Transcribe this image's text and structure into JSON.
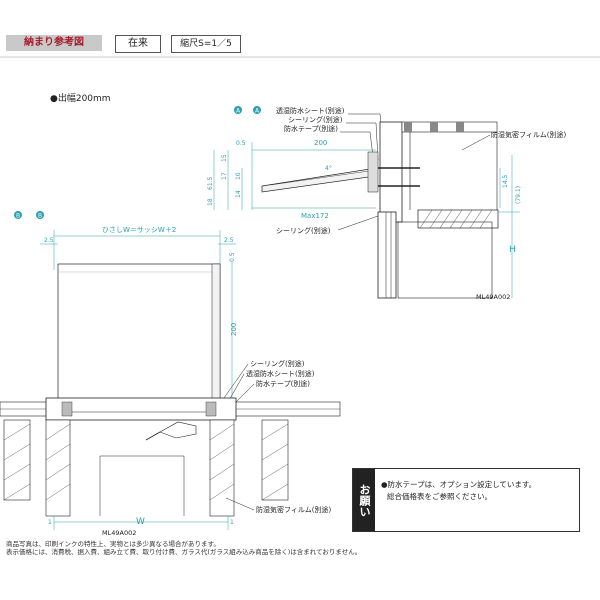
{
  "header": {
    "tab_label": "納まり参考図",
    "type_label": "在来",
    "scale_label": "縮尺S=1／5"
  },
  "drawing": {
    "width_title": "●出幅200mm",
    "markers": {
      "a": "A",
      "b": "B"
    },
    "labels": {
      "waterproof_sheet": "透湿防水シート(別途)",
      "sealing": "シーリング(別途)",
      "waterproof_tape": "防水テープ(別途)",
      "airtight_film": "防湿気密フィルム(別途)",
      "eave_width": "ひさしW＝サッシW＋2",
      "w": "W",
      "h": "H",
      "max": "Max172",
      "angle": "4°",
      "code_top": "ML49A002",
      "code_bottom": "ML49A002"
    },
    "dims": {
      "d200a": "200",
      "d200b": "200",
      "d05a": "0.5",
      "d05b": "0.5",
      "d25a": "2.5",
      "d25b": "2.5",
      "d615": "61.5",
      "d15": "15",
      "d17": "17",
      "d10": "10",
      "d145": "14.5",
      "d14": "14",
      "d791": "(79.1)",
      "d18": "18",
      "d1a": "1",
      "d1b": "1"
    }
  },
  "note": {
    "side_label": "お願い",
    "line1": "●防水テープは、オプション設定しています。",
    "line2": "総合価格表をご参照ください。"
  },
  "footer": {
    "line1": "商品写真は、印刷インクの特性上、実物とは多少異なる場合があります。",
    "line2": "表示価格には、消費税、据入費、組み立て費、取り付け費、ガラス代(ガラス組み込み商品を除く)は含まれておりません。"
  }
}
